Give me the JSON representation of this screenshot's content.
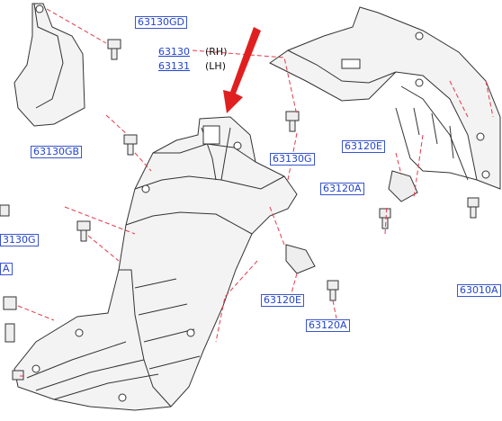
{
  "labels": {
    "p63130GD": "63130GD",
    "p63130": "63130",
    "p63131": "63131",
    "rh": "(RH)",
    "lh": "(LH)",
    "p63130GB": "63130GB",
    "p63130G_mid": "63130G",
    "p63130G_left": "3130G",
    "p63120E_top": "63120E",
    "p63120A_top": "63120A",
    "p63120E_bot": "63120E",
    "p63120A_bot": "63120A",
    "p63010A": "63010A",
    "pA": "A"
  },
  "colors": {
    "label_text": "#2244cc",
    "leader_line": "#e23b4b",
    "arrow": "#e02020",
    "part_line": "#333333",
    "part_fill": "#f3f3f3"
  }
}
